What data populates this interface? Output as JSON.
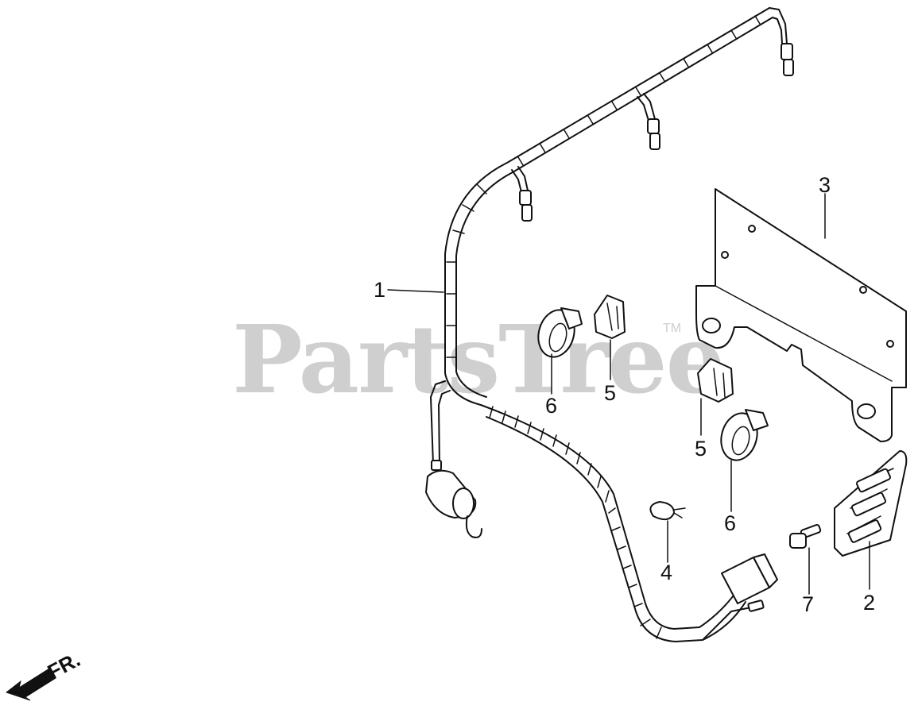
{
  "watermark": {
    "text": "PartsTree",
    "trademark": "TM"
  },
  "direction_indicator": {
    "label": "FR."
  },
  "callouts": {
    "harness": "1",
    "bracket": "2",
    "plate": "3",
    "clip": "4",
    "holder_a": "5",
    "holder_b": "5",
    "band_a": "6",
    "band_b": "6",
    "bolt": "7"
  }
}
